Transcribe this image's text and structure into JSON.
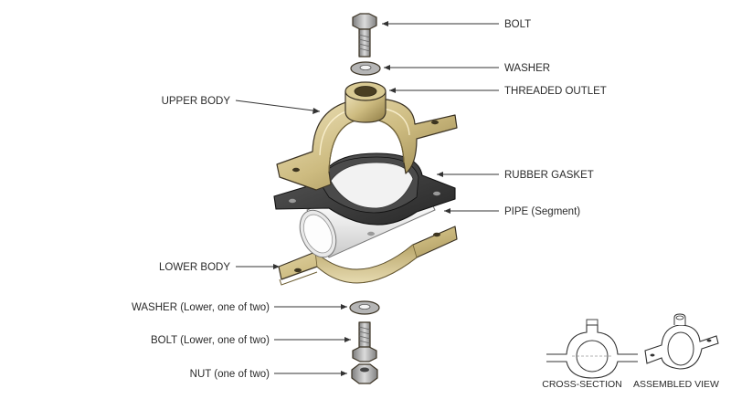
{
  "callouts": {
    "bolt": "BOLT",
    "washer": "WASHER",
    "threaded_outlet": "THREADED OUTLET",
    "upper_body": "UPPER BODY",
    "rubber_gasket": "RUBBER GASKET",
    "pipe": "PIPE (Segment)",
    "lower_body": "LOWER BODY",
    "washer_lower": "WASHER (Lower, one of two)",
    "bolt_lower": "BOLT (Lower, one of two)",
    "nut": "NUT (one of two)"
  },
  "views": {
    "cross_section": "CROSS-SECTION",
    "assembled": "ASSEMBLED VIEW"
  },
  "colors": {
    "brass_light": "#e3d6a6",
    "brass_mid": "#c9b67a",
    "brass_dark": "#8f7c45",
    "rubber": "#3a3a3a",
    "pipe": "#eeeeee",
    "steel": "#a9a9a9"
  }
}
